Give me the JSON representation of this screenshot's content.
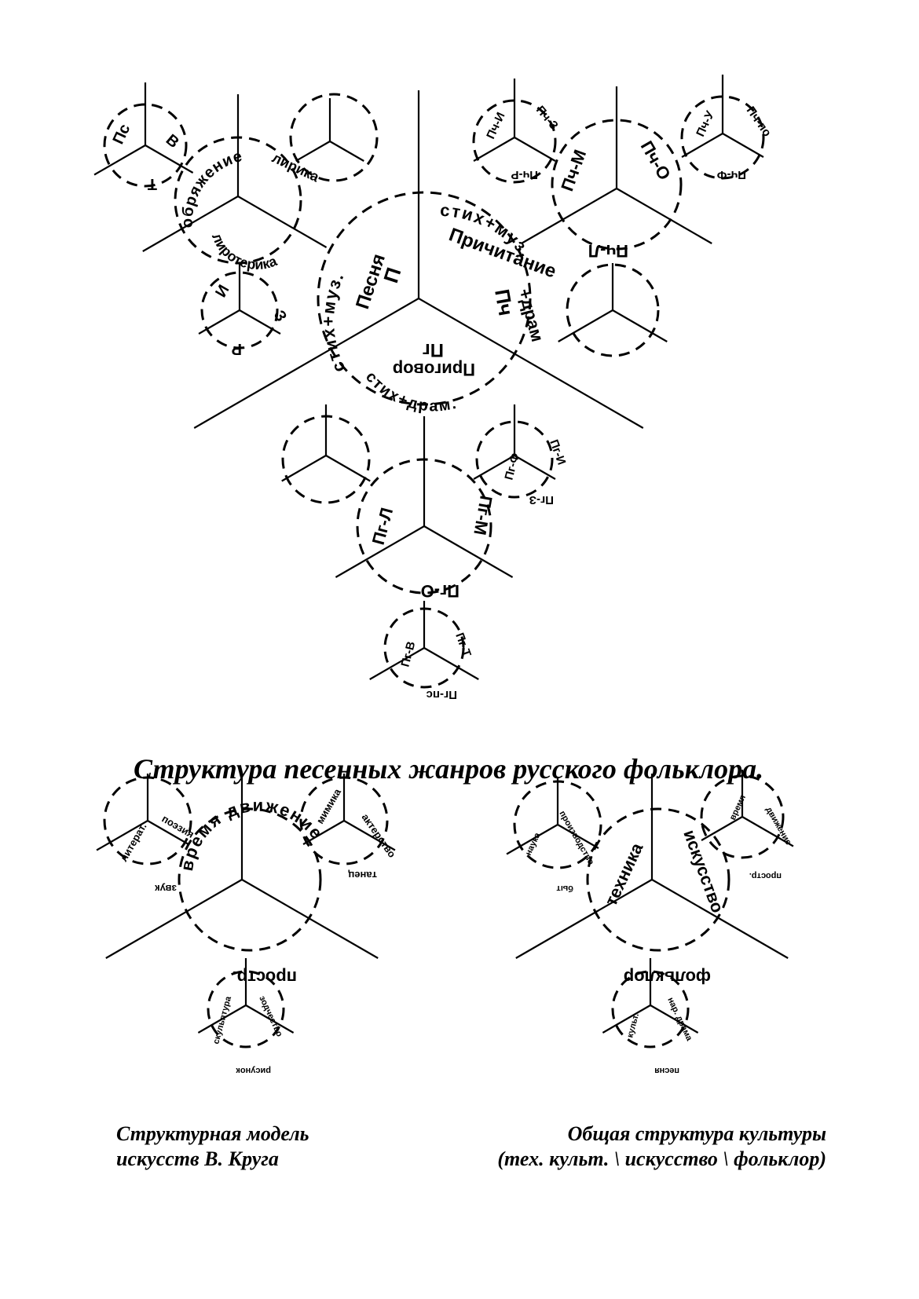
{
  "title": "Структура песенных жанров русского фольклора.",
  "caption_left": {
    "line1": "Структурная модель",
    "line2": "искусств В. Круга"
  },
  "caption_right": {
    "line1": "Общая структура  культуры",
    "line2": "(тех. культ. \\ искусство \\ фольклор)"
  },
  "labels": {
    "center_top_left": "стих+муз.",
    "center_top_left_2": "Песня",
    "center_top_left_3": "П",
    "center_top_right": "стих+муз.",
    "center_top_right_2": "Причитание",
    "center_top_right_3": "+драм",
    "center_top_right_4": "Пч",
    "center_bottom": "стих+драм.",
    "center_bottom_2": "Приговор",
    "center_bottom_3": "Пг",
    "tl_mid_1": "обряжение",
    "tl_mid_2": "лирика",
    "tl_mid_3": "лиротерика",
    "tl_small_1": "Пс",
    "tl_small_2": "В",
    "tl_small_3": "Т",
    "tl_low_1": "И",
    "tl_low_2": "З",
    "tl_low_3": "Р",
    "tr_mid_1": "Пч-М",
    "tr_mid_2": "Пч-О",
    "tr_mid_3": "Пч-Л",
    "tr_small_1": "Пч-И",
    "tr_small_2": "Пч-З",
    "tr_small_3": "Пч-Р",
    "tr_small2_1": "Пч-У",
    "tr_small2_2": "Пч-по",
    "tr_small2_3": "Пч-Ф",
    "b_mid_1": "Пг-Л",
    "b_mid_2": "Пг-М",
    "b_mid_3": "Пг-О",
    "b_small_1": "Пг-Ф",
    "b_small_2": "Пг-И",
    "b_small_3": "Пг-З",
    "b_low_1": "Пг-В",
    "b_low_2": "Пг-Т",
    "b_low_3": "Пг-пс",
    "l_center_1": "время",
    "l_center_2": "движение",
    "l_center_3": "простр.",
    "l_small_1": "литерат.",
    "l_small_2": "поэзия",
    "l_small_3": "звук",
    "l_small2_1": "мимика",
    "l_small2_2": "актерство",
    "l_small2_3": "танец",
    "l_low_1": "скульптура",
    "l_low_2": "зодчество",
    "l_low_3": "рисунок",
    "r_center_1": "техника",
    "r_center_2": "искусство",
    "r_center_3": "фольклор",
    "r_small_1": "наука",
    "r_small_2": "производство",
    "r_small_3": "быт",
    "r_small2_1": "время",
    "r_small2_2": "движение",
    "r_small2_3": "простр.",
    "r_low_1": "культ.",
    "r_low_2": "нар. драма",
    "r_low_3": "песня"
  }
}
